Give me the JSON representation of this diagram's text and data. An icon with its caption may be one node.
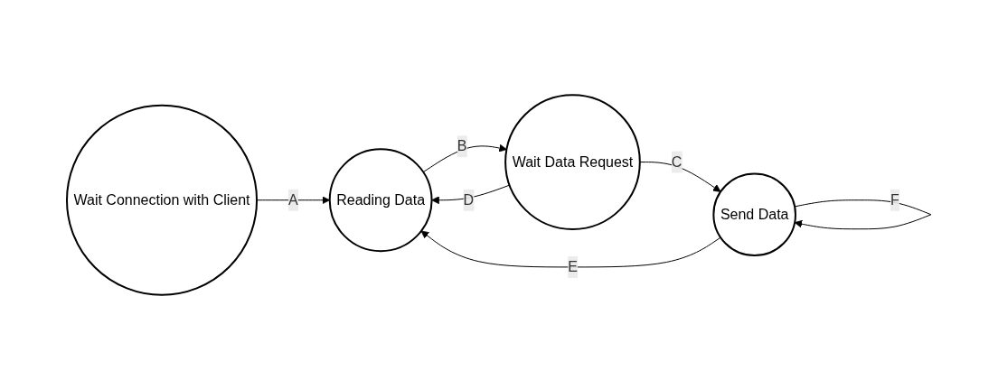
{
  "diagram": {
    "nodes": [
      {
        "text": [
          "Wait Connection with Client"
        ]
      },
      {
        "text": [
          "Reading Data"
        ]
      },
      {
        "text": [
          "Wait Data Request"
        ]
      },
      {
        "text": [
          "Send Data"
        ]
      }
    ],
    "edges": [
      {
        "from": 0,
        "to": 1,
        "arrow": "to",
        "label": "A"
      },
      {
        "from": 1,
        "to": 2,
        "arrow": "to",
        "label": "B"
      },
      {
        "from": 2,
        "to": 3,
        "arrow": "to",
        "label": "C"
      },
      {
        "from": 2,
        "to": 1,
        "arrow": "to",
        "label": "D"
      },
      {
        "from": 3,
        "to": 1,
        "arrow": "to",
        "label": "E"
      },
      {
        "from": 3,
        "to": 3,
        "arrow": "to",
        "label": "F"
      }
    ]
  }
}
